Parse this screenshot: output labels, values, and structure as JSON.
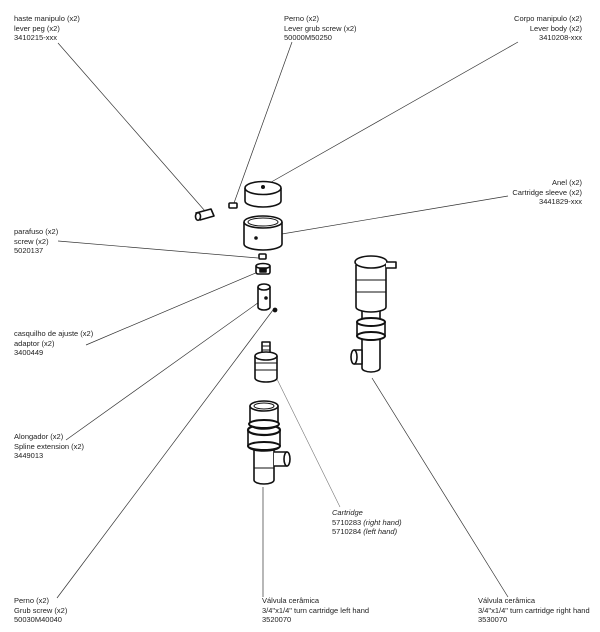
{
  "labels": {
    "haste_manipulo": {
      "pt": "haste manipulo (x2)",
      "en": "lever peg (x2)",
      "code": "3410215-xxx"
    },
    "perno_top": {
      "pt": "Perno (x2)",
      "en": "Lever grub screw (x2)",
      "code": "50000M50250"
    },
    "corpo_manipulo": {
      "pt": "Corpo manipulo (x2)",
      "en": "Lever body (x2)",
      "code": "3410208-xxx"
    },
    "anel": {
      "pt": "Anel (x2)",
      "en": "Cartridge sleeve (x2)",
      "code": "3441829-xxx"
    },
    "parafuso": {
      "pt": "parafuso (x2)",
      "en": "screw (x2)",
      "code": "5020137"
    },
    "casquilho": {
      "pt": "casquilho de ajuste (x2)",
      "en": "adaptor (x2)",
      "code": "3400449"
    },
    "alongador": {
      "pt": "Alongador (x2)",
      "en": "Spline extension (x2)",
      "code": "3449013"
    },
    "cartridge": {
      "title": "Cartridge",
      "right_code": "5710283",
      "right_note": "(right hand)",
      "left_code": "5710284",
      "left_note": "(left hand)"
    },
    "perno_bottom": {
      "pt": "Perno (x2)",
      "en": "Grub screw (x2)",
      "code": "50030M40040"
    },
    "valvula_left": {
      "pt": "Válvula cerâmica",
      "en": "3/4\"x1/4\" turn cartridge left hand",
      "code": "3520070"
    },
    "valvula_right": {
      "pt": "Válvula cerâmica",
      "en": "3/4\"x1/4\" turn cartridge right hand",
      "code": "3530070"
    }
  }
}
